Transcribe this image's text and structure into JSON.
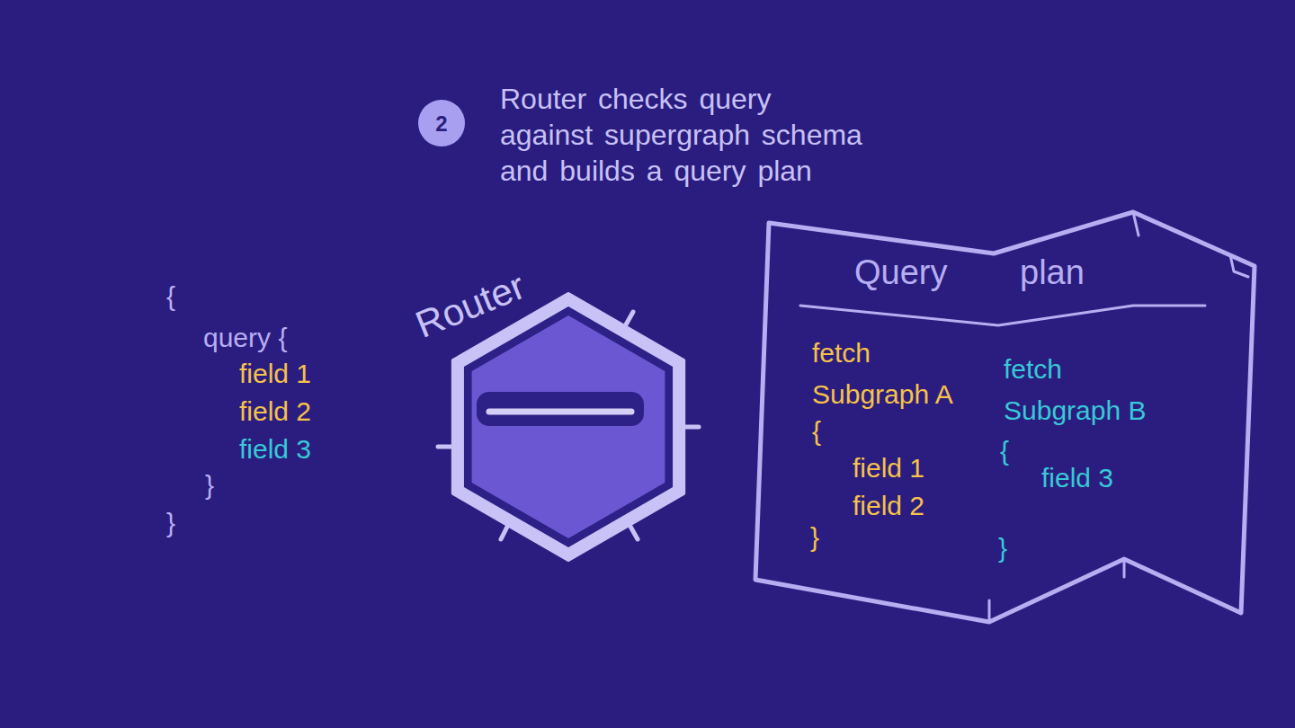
{
  "diagram": {
    "title": "Router checks query against supergraph schema and builds a query plan",
    "nodes": [
      {
        "text": [
          "2"
        ]
      },
      {
        "text": [
          "Router"
        ]
      },
      {
        "text": [
          "Query plan",
          "fetch Subgraph A",
          "{",
          "field 1",
          "field 2",
          "}",
          "fetch Subgraph B",
          "{",
          "field 3",
          "}"
        ]
      }
    ],
    "labels": [
      "{",
      "query {",
      "field 1",
      "field 2",
      "field 3",
      "}",
      "}"
    ]
  }
}
